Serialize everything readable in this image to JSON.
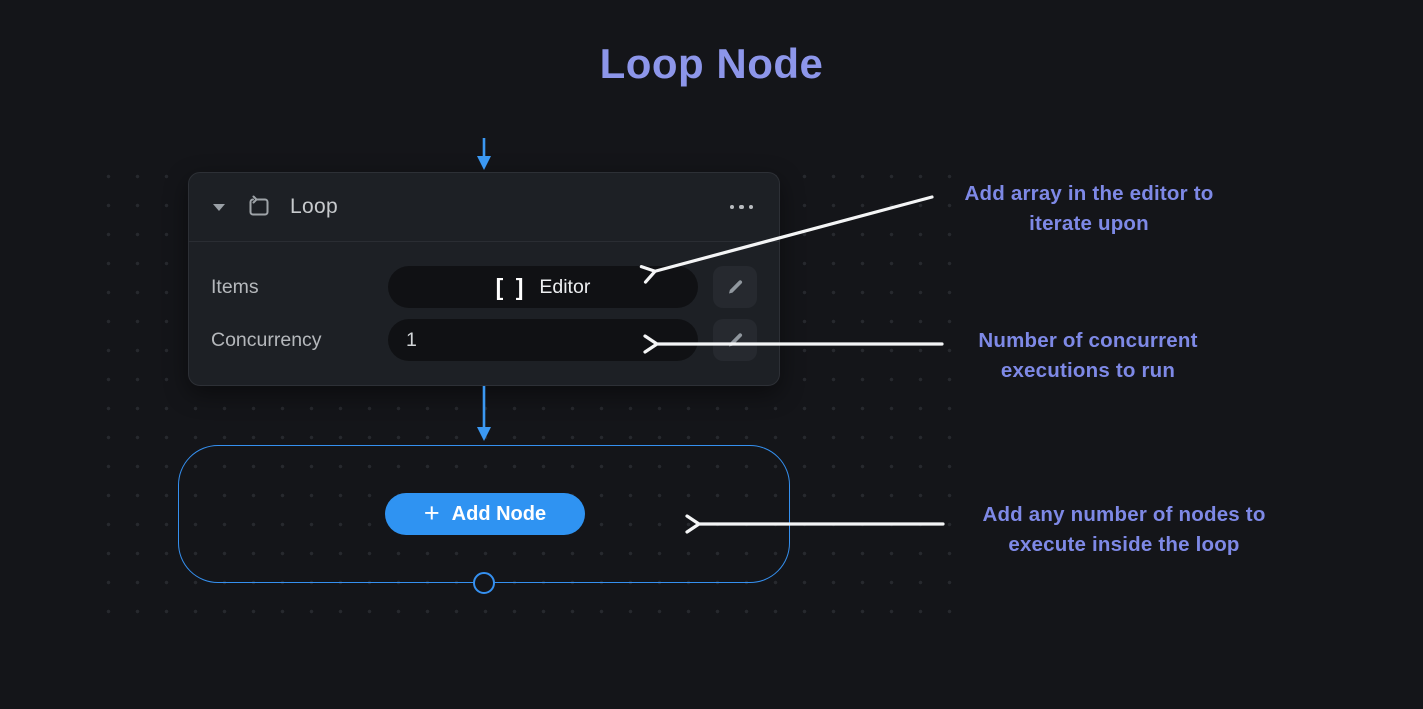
{
  "page": {
    "title": "Loop Node"
  },
  "node": {
    "title": "Loop",
    "fields": [
      {
        "label": "Items",
        "prefix": "[ ]",
        "value": "Editor"
      },
      {
        "label": "Concurrency",
        "value": "1"
      }
    ]
  },
  "loop_area": {
    "add_button": {
      "plus": "+",
      "label": "Add Node"
    }
  },
  "annotations": [
    {
      "lines": [
        "Add array in the editor to",
        "iterate upon"
      ]
    },
    {
      "lines": [
        "Number of concurrent",
        "executions to run"
      ]
    },
    {
      "lines": [
        "Add any number of nodes to",
        "execute inside the loop"
      ]
    }
  ],
  "colors": {
    "background": "#141519",
    "title_purple": "#8d96ea",
    "annotation_purple": "#7e89e6",
    "accent_blue": "#3590f0",
    "button_blue": "#2f93f2",
    "card_background": "#1d2025"
  }
}
